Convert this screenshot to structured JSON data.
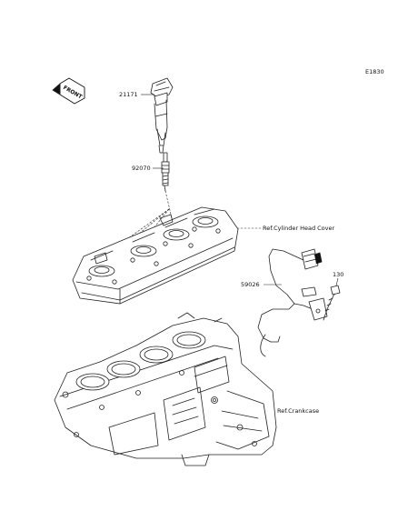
{
  "figure_number": "E1830",
  "front_indicator": "FRONT",
  "parts": {
    "ignition_coil": "21171",
    "spark_plug": "92070",
    "wire_lead": "59026",
    "bolt": "130"
  },
  "references": {
    "cylinder_head_cover": "Ref.Cylinder Head Cover",
    "crankcase": "Ref.Crankcase"
  }
}
